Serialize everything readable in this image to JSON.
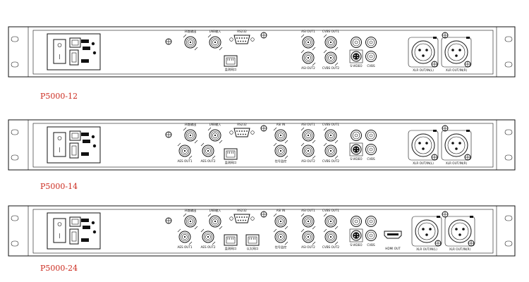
{
  "panels": [
    {
      "model": "P5000-12",
      "labels": {
        "ant_out": "环路输出",
        "lnb_in": "LNB输入",
        "rs232": "RS232",
        "net1": "监测网口",
        "asi_out1": "ASI OUT1",
        "asi_out2": "ASI OUT2",
        "cvbs_out1": "CVBS OUT1",
        "cvbs_out2": "CVBS OUT2",
        "svideo": "S-VIDEO",
        "cvbs": "CVBS",
        "xlr_l": "XLR OUT/IN(L)",
        "xlr_r": "XLR OUT/IN(R)"
      }
    },
    {
      "model": "P5000-14",
      "labels": {
        "ant_out": "环路输出",
        "lnb_in": "LNB输入",
        "rs232": "RS232",
        "aes1": "AES OUT1",
        "aes2": "AES OUT2",
        "net1": "监测网口",
        "asi_in": "ASI IN",
        "asi_out1": "ASI OUT1",
        "asi_out2": "ASI OUT2",
        "cvbs_out1": "CVBS OUT1",
        "cvbs_out2": "CVBS OUT2",
        "tuner": "信号监控",
        "svideo": "S-VIDEO",
        "cvbs": "CVBS",
        "xlr_l": "XLR OUT/IN(L)",
        "xlr_r": "XLR OUT/IN(R)"
      }
    },
    {
      "model": "P5000-24",
      "labels": {
        "ant_out": "环路输出",
        "lnb_in": "LNB输入",
        "rs232": "RS232",
        "aes1": "AES OUT1",
        "aes2": "AES OUT2",
        "net1": "监测网口",
        "net2": "以太网口",
        "asi_in": "ASI IN",
        "asi_out1": "ASI OUT1",
        "asi_out2": "ASI OUT2",
        "cvbs_out1": "CVBS OUT1",
        "cvbs_out2": "CVBS OUT2",
        "tuner": "信号监控",
        "svideo": "S-VIDEO",
        "cvbs": "CVBS",
        "hdmi": "HDMI OUT",
        "xlr_l": "XLR OUT/IN(L)",
        "xlr_r": "XLR OUT/IN(R)"
      }
    }
  ]
}
